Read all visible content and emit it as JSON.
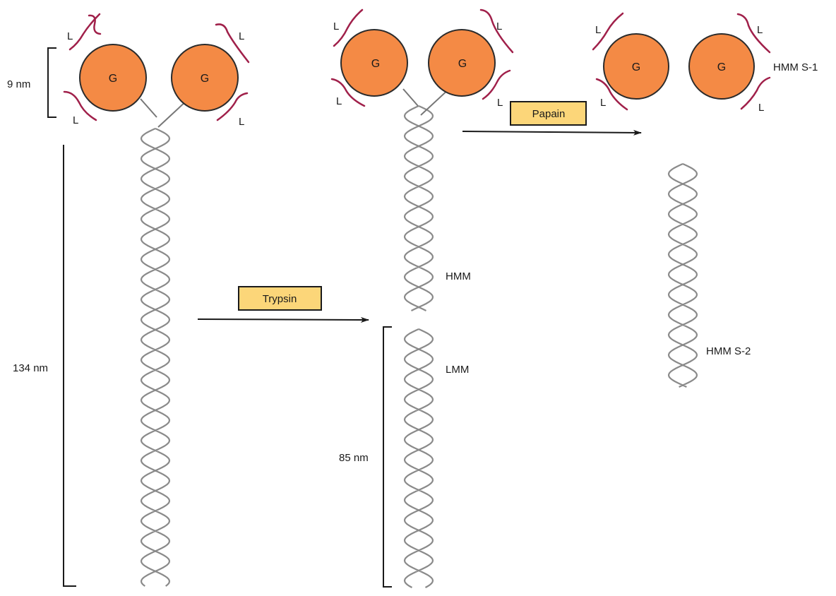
{
  "colors": {
    "head": "#F48A45",
    "head_stroke": "#2b2b2b",
    "light_chain": "#A0204A",
    "helix": "#8a8a8a",
    "enzyme_box": "#FCD679",
    "line": "#1a1a1a"
  },
  "icons": {
    "head_domain": "globular-head-circle",
    "light_chain": "wavy-light-chain",
    "tail": "coiled-coil-double-helix",
    "arrow": "right-arrow"
  },
  "head_label": "G",
  "light_chain_label": "L",
  "dimensions": {
    "head": "9 nm",
    "whole_molecule": "134 nm",
    "lmm_length": "85 nm"
  },
  "enzymes": {
    "first": "Trypsin",
    "second": "Papain"
  },
  "fragments": {
    "hmm": "HMM",
    "lmm": "LMM",
    "s1": "HMM S-1",
    "s2": "HMM S-2"
  }
}
